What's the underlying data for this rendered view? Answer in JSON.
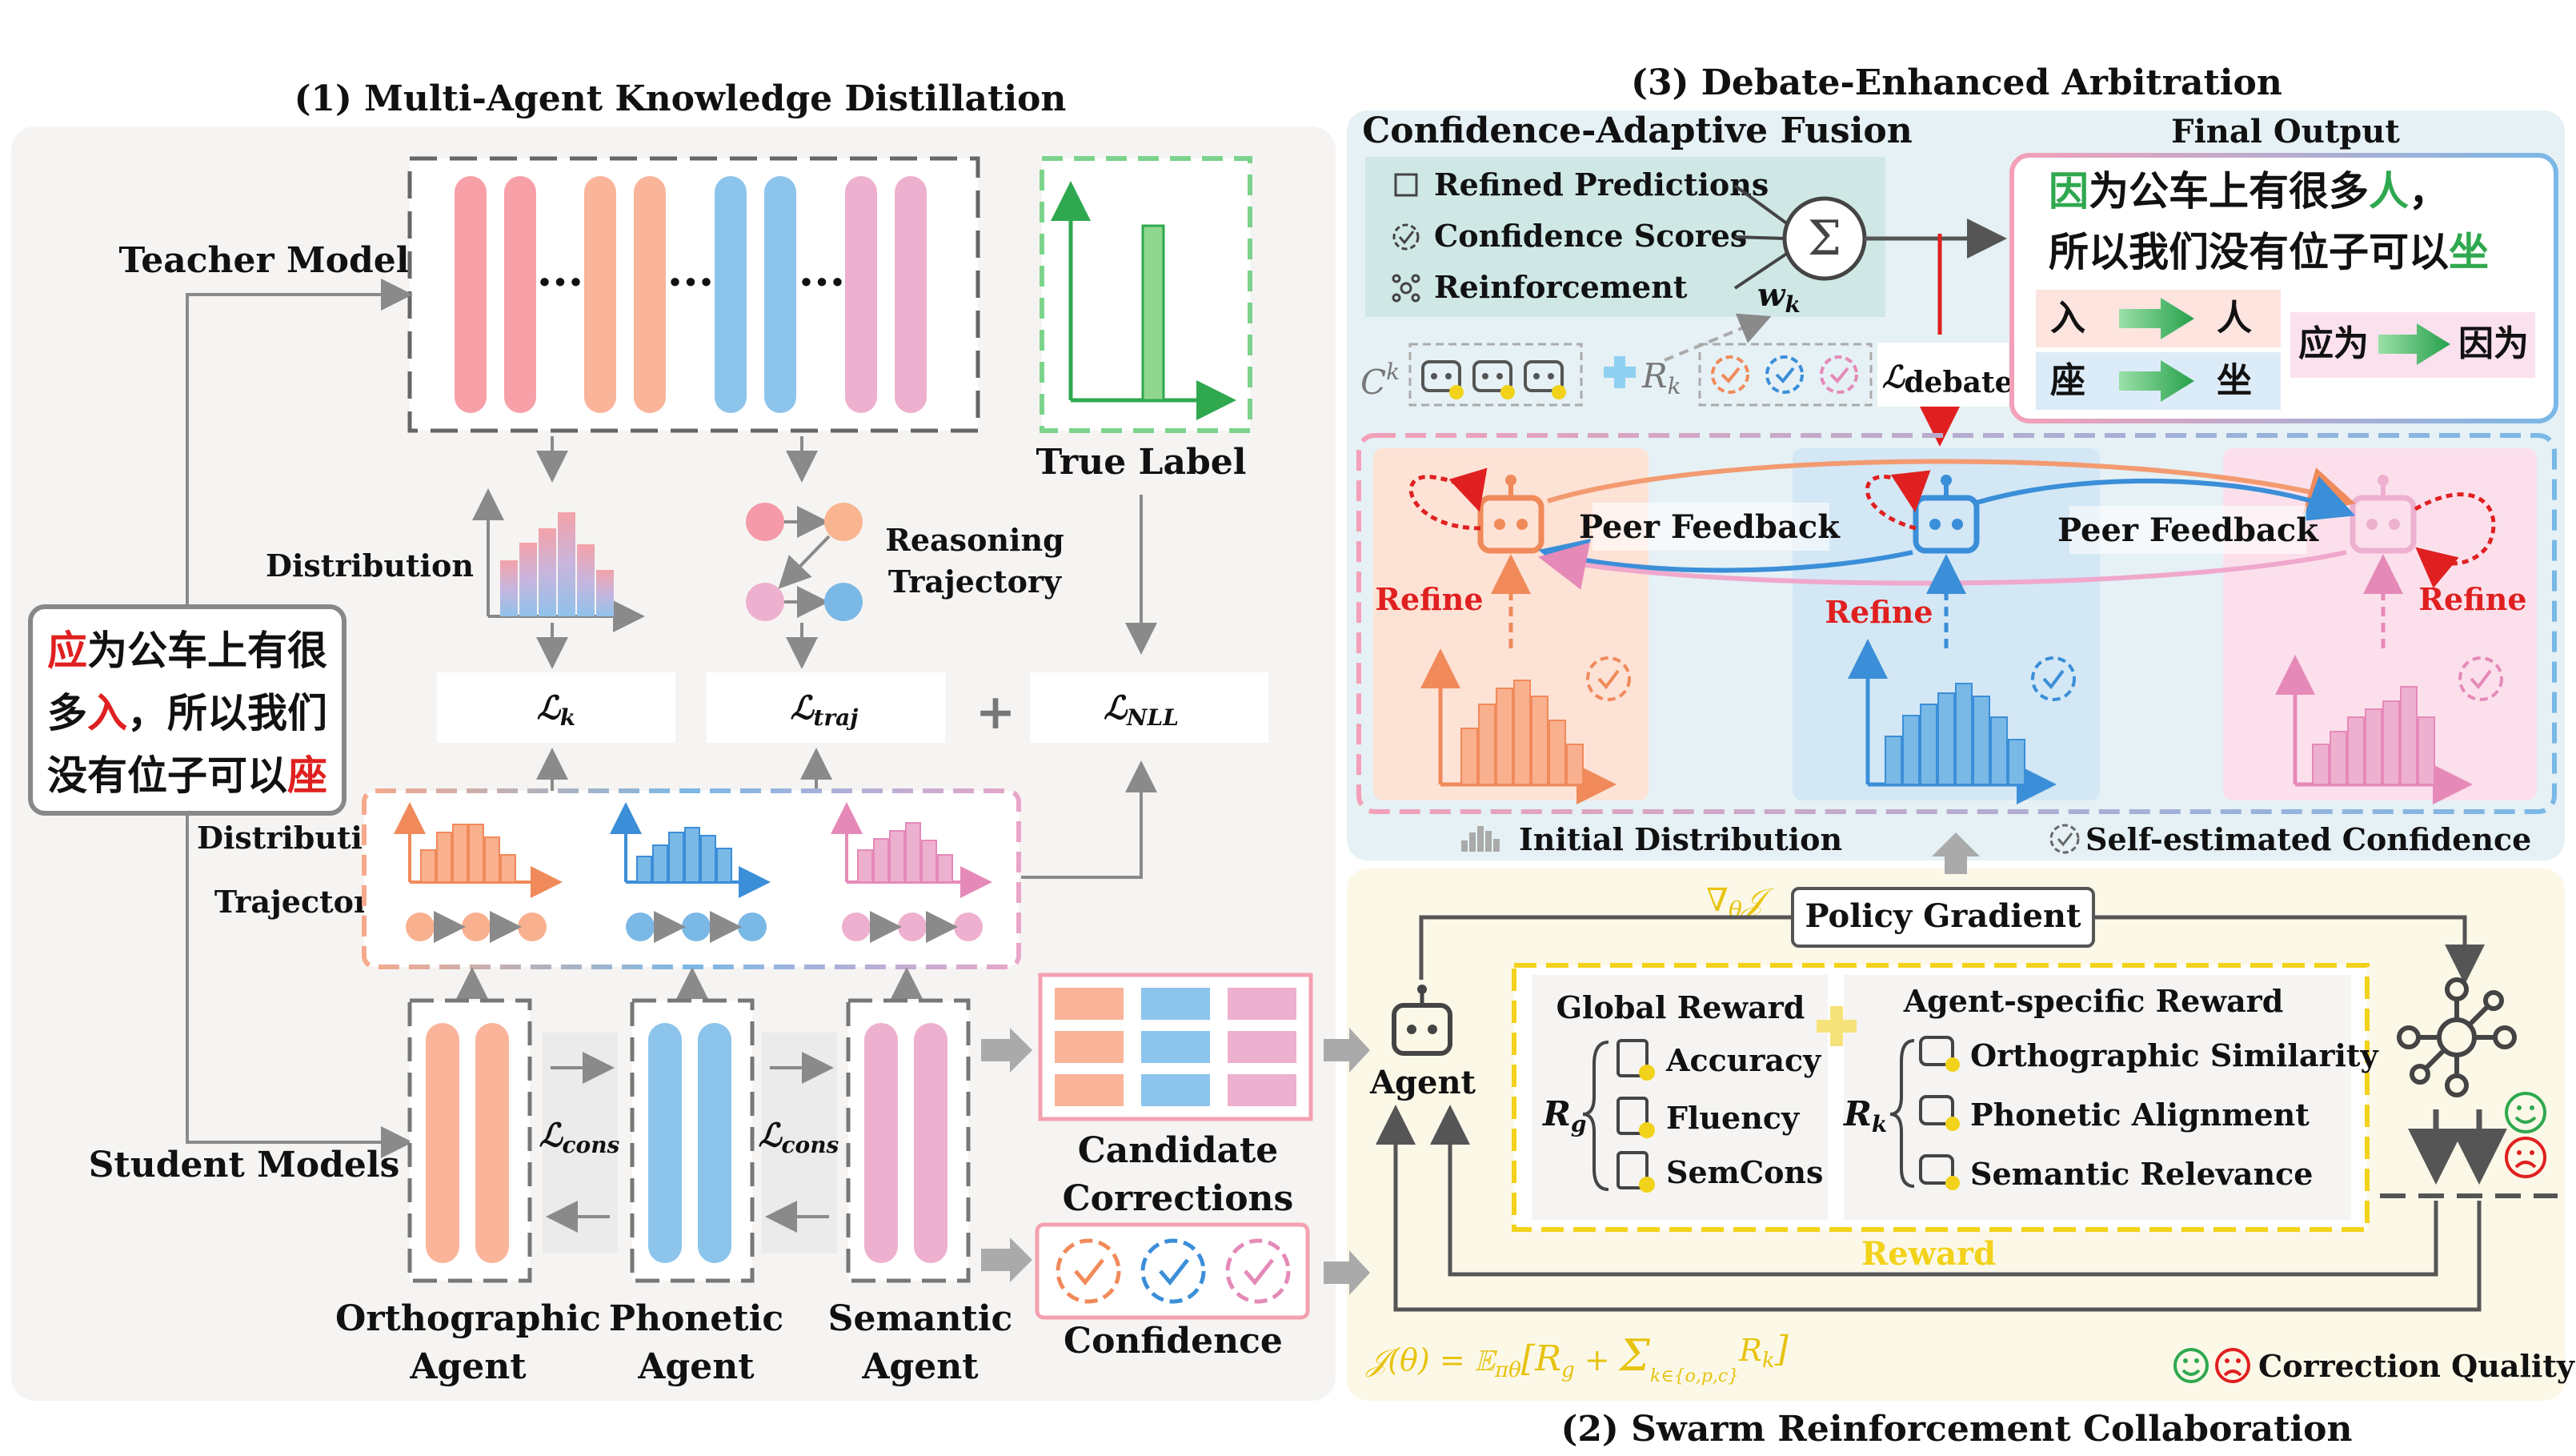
{
  "titles": {
    "section1": "(1) Multi-Agent Knowledge Distillation",
    "section2": "(2) Swarm Reinforcement Collaboration",
    "section3": "(3) Debate-Enhanced Arbitration"
  },
  "distillation": {
    "teacher_model": "Teacher Model",
    "student_models": "Student Models",
    "true_label": "True Label",
    "distribution": "Distribution",
    "reasoning_trajectory": [
      "Reasoning",
      "Trajectory"
    ],
    "student_distribution": "Distribution",
    "student_trajectory": "Trajectory",
    "loss_k": "ℒ",
    "loss_k_sub": "k",
    "loss_traj": "ℒ",
    "loss_traj_sub": "traj",
    "loss_nll": "ℒ",
    "loss_nll_sub": "NLL",
    "plus": "+",
    "loss_cons": "ℒ",
    "loss_cons_sub": "cons",
    "dots": "···",
    "input_sentence": [
      "应为公车上有很",
      "多入，所以我们",
      "没有位子可以座"
    ],
    "input_error_chars": [
      "应",
      "入",
      "座"
    ],
    "agents": [
      {
        "line1": "Orthographic",
        "line2": "Agent"
      },
      {
        "line1": "Phonetic",
        "line2": "Agent"
      },
      {
        "line1": "Semantic",
        "line2": "Agent"
      }
    ],
    "candidate_corrections": [
      "Candidate",
      "Corrections"
    ],
    "confidence": "Confidence"
  },
  "arbitration": {
    "fusion_title": "Confidence-Adaptive Fusion",
    "fusion_items": [
      "Refined Predictions",
      "Confidence Scores",
      "Reinforcement"
    ],
    "w_k": "w",
    "w_k_sub": "k",
    "sigma": "Σ",
    "c_k": "C",
    "c_k_sup": "k",
    "r_k": "R",
    "r_k_sub": "k",
    "l_debate": "ℒ",
    "l_debate_sub": "debate",
    "final_output_title": "Final Output",
    "final_sentence_line1": "因为公车上有很多人，",
    "final_sentence_line2": "所以我们没有位子可以坐",
    "corrections": [
      {
        "from": "入",
        "to": "人"
      },
      {
        "from": "座",
        "to": "坐"
      },
      {
        "from": "应为",
        "to": "因为"
      }
    ],
    "peer_feedback": "Peer Feedback",
    "refine": "Refine",
    "initial_distribution": "Initial Distribution",
    "self_estimated_confidence": "Self-estimated Confidence"
  },
  "swarm": {
    "nabla": "∇",
    "nabla_sub": "θ",
    "nabla_j": "𝒥",
    "policy_gradient": "Policy Gradient",
    "agent": "Agent",
    "global_reward": "Global Reward",
    "agent_specific_reward": "Agent-specific Reward",
    "r_g": "R",
    "r_g_sub": "g",
    "r_k": "R",
    "r_k_sub": "k",
    "global_items": [
      "Accuracy",
      "Fluency",
      "SemCons"
    ],
    "agent_items": [
      "Orthographic Similarity",
      "Phonetic Alignment",
      "Semantic Relevance"
    ],
    "reward": "Reward",
    "objective_lhs": "𝒥(θ) = 𝔼",
    "objective_sub": "πθ",
    "objective_body": "[R",
    "objective_g": "g",
    "objective_plus": " + ",
    "objective_sum": "Σ",
    "objective_sum_sub": "k∈{o,p,c}",
    "objective_rk": "R",
    "objective_rk_sub": "k",
    "objective_close": "]",
    "correction_quality": "Correction Quality"
  },
  "colors": {
    "orange": "#f7a98c",
    "blue": "#7ab8e6",
    "pink": "#e9a6c8",
    "green": "#2fa84f",
    "red": "#e02020",
    "yellow": "#f2d21a",
    "left_bg": "#f6f4f2",
    "right_top_bg": "#e5f1f5",
    "right_bottom_bg": "#fcf8e8",
    "fusion_box": "#cfe8e6"
  }
}
